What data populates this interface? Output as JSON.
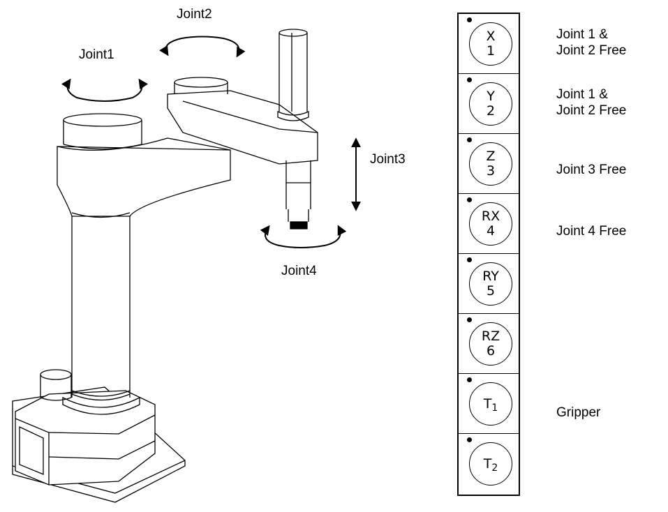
{
  "robot_labels": {
    "joint1": "Joint1",
    "joint2": "Joint2",
    "joint3": "Joint3",
    "joint4": "Joint4"
  },
  "keys": [
    {
      "top": "X",
      "bottom": "1"
    },
    {
      "top": "Y",
      "bottom": "2"
    },
    {
      "top": "Z",
      "bottom": "3"
    },
    {
      "top": "RX",
      "bottom": "4"
    },
    {
      "top": "RY",
      "bottom": "5"
    },
    {
      "top": "RZ",
      "bottom": "6"
    },
    {
      "top": "T",
      "sub": "1"
    },
    {
      "top": "T",
      "sub": "2"
    }
  ],
  "descriptions": {
    "key1": {
      "line1": "Joint 1 &",
      "line2": "Joint 2 Free"
    },
    "key2": {
      "line1": "Joint 1 &",
      "line2": "Joint 2 Free"
    },
    "key3": "Joint 3 Free",
    "key4": "Joint 4 Free",
    "key7": "Gripper"
  }
}
